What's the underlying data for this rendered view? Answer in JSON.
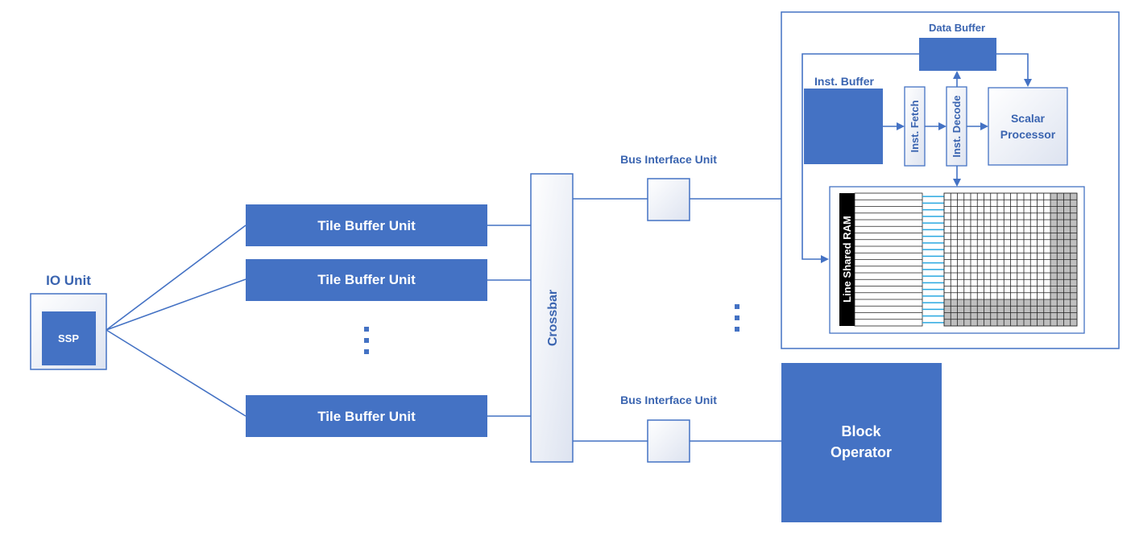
{
  "io_unit": {
    "label": "IO Unit",
    "inner_label": "SSP"
  },
  "tile_buffers": [
    {
      "label": "Tile Buffer Unit"
    },
    {
      "label": "Tile Buffer Unit"
    },
    {
      "label": "Tile Buffer Unit"
    }
  ],
  "crossbar": {
    "label": "Crossbar"
  },
  "bus_interfaces": [
    {
      "label": "Bus Interface Unit"
    },
    {
      "label": "Bus Interface Unit"
    }
  ],
  "processor_core": {
    "data_buffer": "Data Buffer",
    "inst_buffer": "Inst. Buffer",
    "inst_fetch": "Inst. Fetch",
    "inst_decode": "Inst. Decode",
    "scalar_processor": [
      "Scalar",
      "Processor"
    ],
    "line_shared_ram": "Line Shared RAM"
  },
  "block_operator": {
    "label": [
      "Block",
      "Operator"
    ]
  },
  "colors": {
    "primary_blue": "#4472c4",
    "label_blue": "#3a64b0",
    "light_fill": "#eef1f8",
    "ram_blue": "#29a8e0",
    "ram_shade": "#bfbfbf"
  }
}
